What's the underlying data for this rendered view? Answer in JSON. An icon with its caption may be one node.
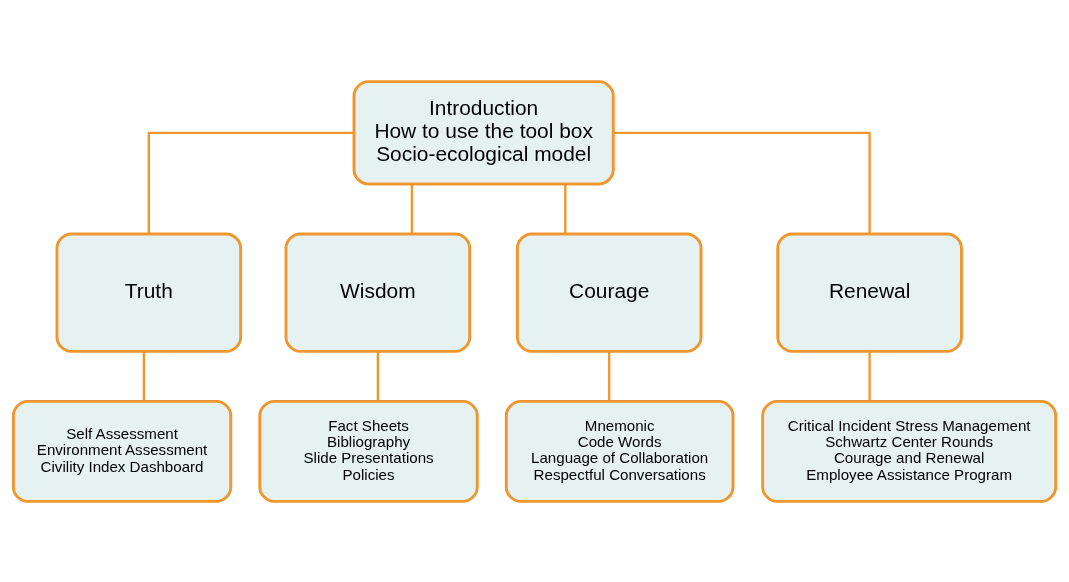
{
  "diagram": {
    "nodes": [
      {
        "text": [
          "Introduction",
          "How to use the tool box",
          "Socio-ecological model"
        ]
      },
      {
        "text": [
          "Truth"
        ]
      },
      {
        "text": [
          "Wisdom"
        ]
      },
      {
        "text": [
          "Courage"
        ]
      },
      {
        "text": [
          "Renewal"
        ]
      },
      {
        "text": [
          "Self Assessment",
          "Environment Assessment",
          "Civility Index Dashboard"
        ]
      },
      {
        "text": [
          "Fact Sheets",
          "Bibliography",
          "Slide Presentations",
          "Policies"
        ]
      },
      {
        "text": [
          "Mnemonic",
          "Code Words",
          "Language of Collaboration",
          "Respectful Conversations"
        ]
      },
      {
        "text": [
          "Critical Incident Stress Management",
          "Schwartz Center Rounds",
          "Courage and Renewal",
          "Employee Assistance Program"
        ]
      }
    ],
    "edges": [
      {
        "from": 0,
        "to": 1,
        "arrow": "none"
      },
      {
        "from": 0,
        "to": 2,
        "arrow": "none"
      },
      {
        "from": 0,
        "to": 3,
        "arrow": "none"
      },
      {
        "from": 0,
        "to": 4,
        "arrow": "none"
      },
      {
        "from": 1,
        "to": 5,
        "arrow": "none"
      },
      {
        "from": 2,
        "to": 6,
        "arrow": "none"
      },
      {
        "from": 3,
        "to": 7,
        "arrow": "none"
      },
      {
        "from": 4,
        "to": 8,
        "arrow": "none"
      }
    ]
  }
}
